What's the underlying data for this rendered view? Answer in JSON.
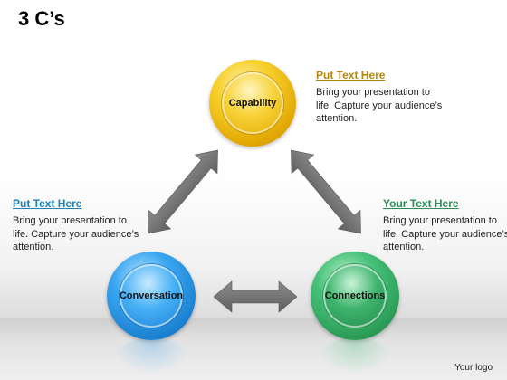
{
  "title": "3 C’s",
  "nodes": {
    "top": {
      "label": "Capability"
    },
    "left": {
      "label": "Conversation"
    },
    "right": {
      "label": "Connections"
    }
  },
  "callouts": {
    "top_right": {
      "heading": "Put Text Here",
      "body": "Bring your presentation to life. Capture your audience’s attention.",
      "color": "#b8860b"
    },
    "left": {
      "heading": "Put Text Here",
      "body": "Bring your presentation to life. Capture your audience’s attention.",
      "color": "#1f7fb3"
    },
    "right": {
      "heading": "Your Text Here",
      "body": "Bring your presentation to life. Capture your audience’s attention.",
      "color": "#2e8b57"
    }
  },
  "logo": "Your logo",
  "colors": {
    "yellow": "#f2b900",
    "blue": "#1e8fe0",
    "green": "#2f9a57",
    "arrow": "#7a7a7a"
  }
}
